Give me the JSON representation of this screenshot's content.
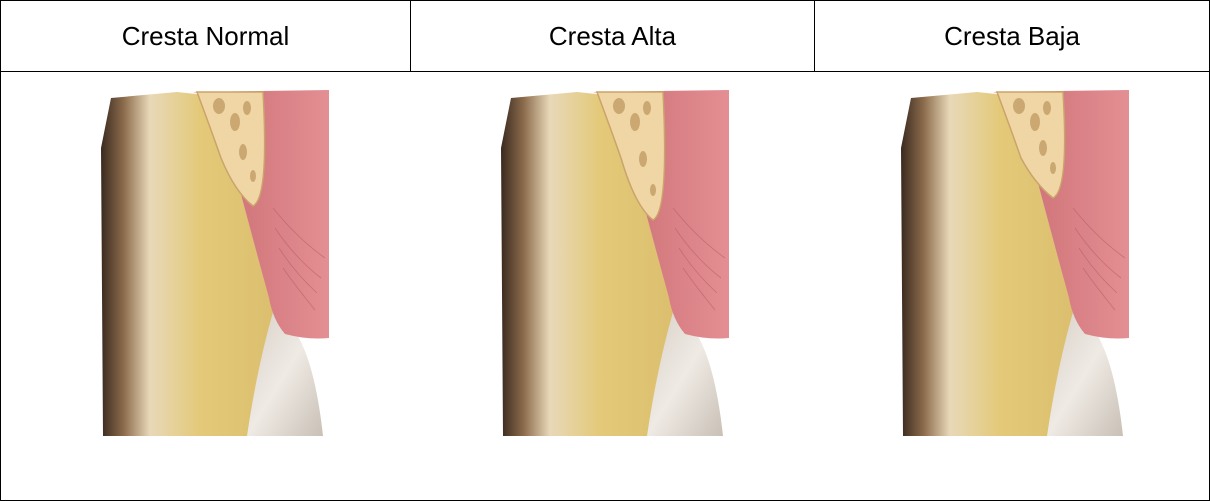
{
  "table": {
    "headers": [
      "Cresta Normal",
      "Cresta Alta",
      "Cresta Baja"
    ]
  },
  "illustrations": [
    {
      "name": "Cresta Normal",
      "crest_level": "normal"
    },
    {
      "name": "Cresta Alta",
      "crest_level": "high"
    },
    {
      "name": "Cresta Baja",
      "crest_level": "low"
    }
  ],
  "colors": {
    "tooth": "#dcc070",
    "tooth_shadow": "#3a2a20",
    "enamel": "#efeae4",
    "gum": "#e48f93",
    "bone": "#efd6a4",
    "bone_pores": "#c5a06a"
  }
}
